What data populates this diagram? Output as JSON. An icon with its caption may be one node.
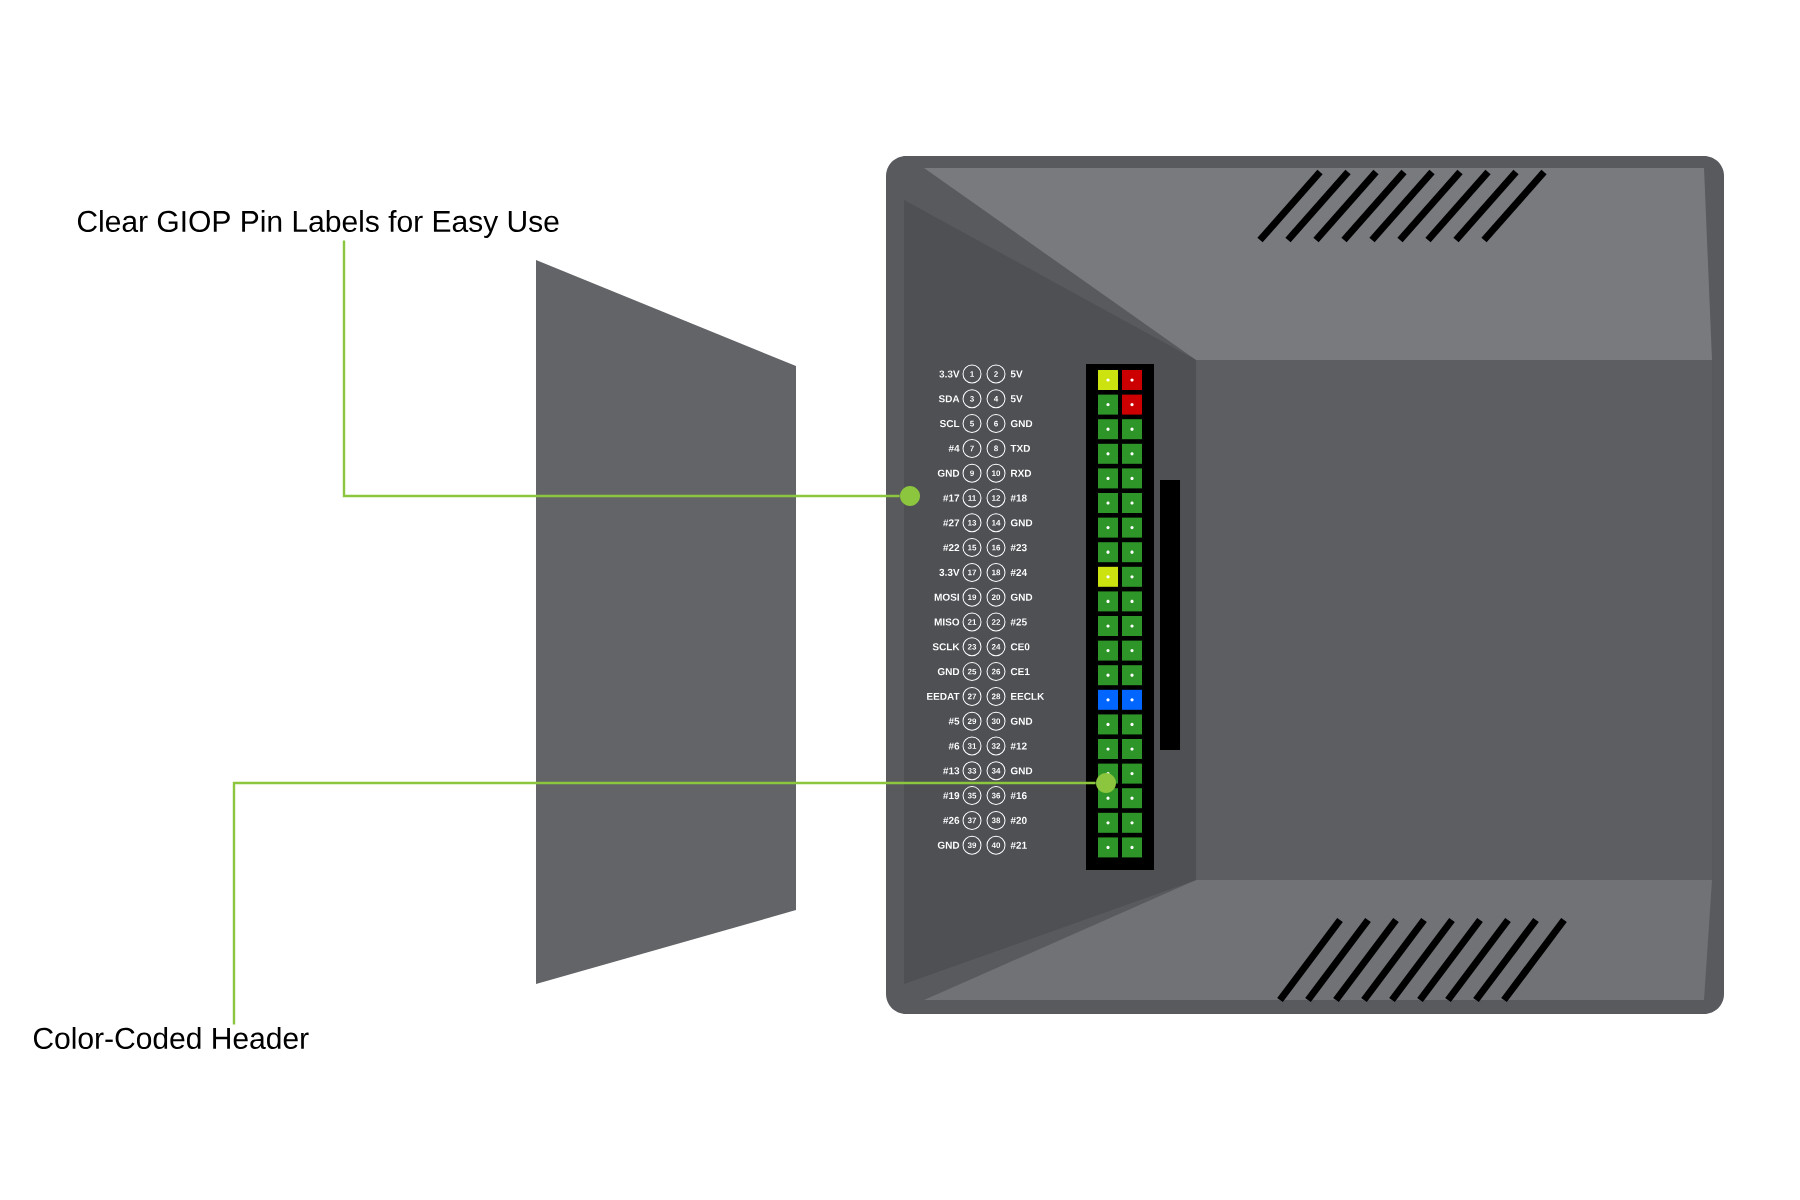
{
  "diagram": {
    "nodes": [
      {
        "text": [
          "Clear GIOP Pin Labels for Easy Use"
        ]
      },
      {
        "text": [
          "Color-Coded Header"
        ]
      },
      {
        "text": [],
        "shape": "circle"
      },
      {
        "text": [],
        "shape": "circle"
      }
    ],
    "edges": [
      {
        "from": 0,
        "to": 2,
        "arrow": "none"
      },
      {
        "from": 1,
        "to": 3,
        "arrow": "none"
      }
    ],
    "labels": [
      "3.3V",
      "1",
      "2",
      "5V",
      "SDA",
      "3",
      "4",
      "5V",
      "SCL",
      "5",
      "6",
      "GND",
      "#4",
      "7",
      "8",
      "TXD",
      "GND",
      "9",
      "10",
      "RXD",
      "#17",
      "11",
      "12",
      "#18",
      "#27",
      "13",
      "14",
      "GND",
      "#22",
      "15",
      "16",
      "#23",
      "3.3V",
      "17",
      "18",
      "#24",
      "MOSI",
      "19",
      "20",
      "GND",
      "MISO",
      "21",
      "22",
      "#25",
      "SCLK",
      "23",
      "24",
      "CE0",
      "GND",
      "25",
      "26",
      "CE1",
      "EEDAT",
      "27",
      "28",
      "EECLK",
      "#5",
      "29",
      "30",
      "GND",
      "#6",
      "31",
      "32",
      "#12",
      "#13",
      "33",
      "34",
      "GND",
      "#19",
      "35",
      "36",
      "#16",
      "#26",
      "37",
      "38",
      "#20",
      "GND",
      "39",
      "40",
      "#21"
    ]
  }
}
